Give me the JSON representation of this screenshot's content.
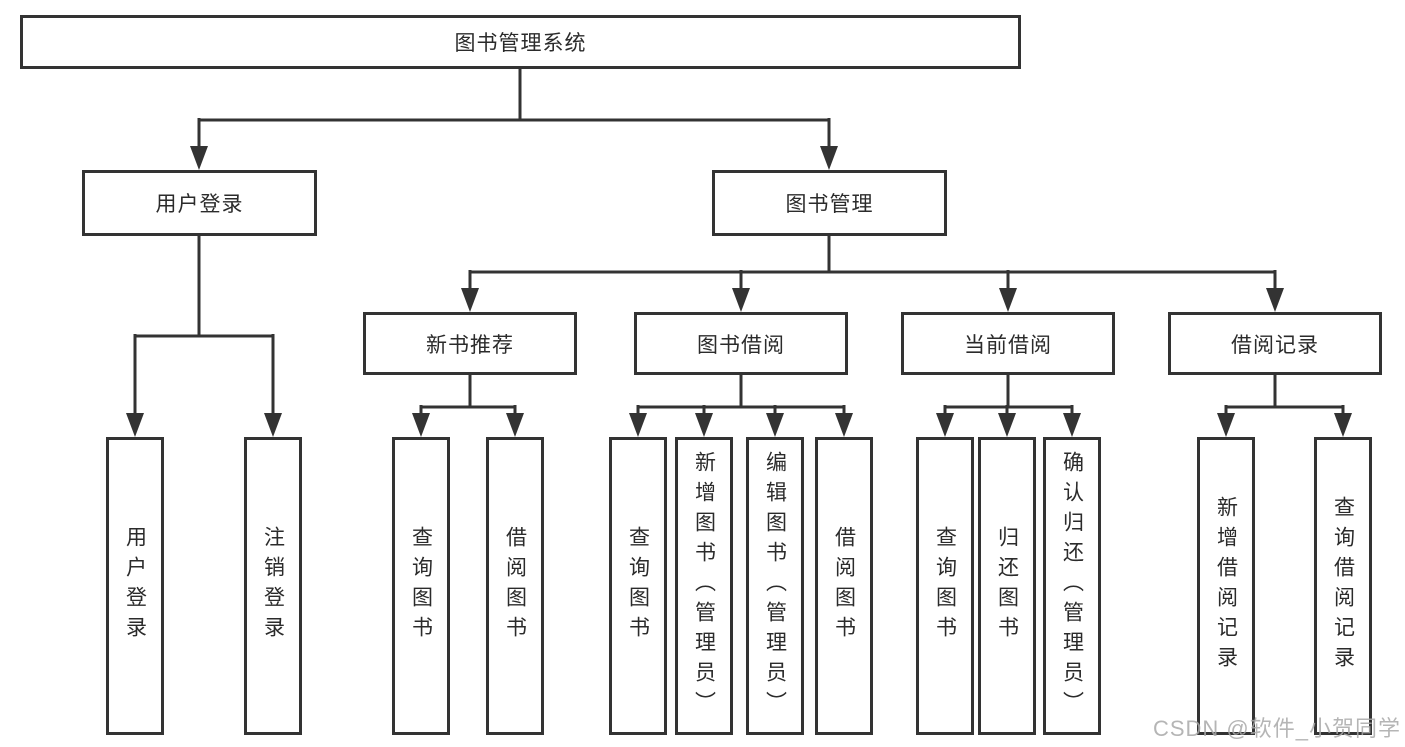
{
  "watermark": "CSDN @软件_小贺同学",
  "nodes": {
    "root": "图书管理系统",
    "level2": {
      "login": "用户登录",
      "mgmt": "图书管理"
    },
    "level3": {
      "newbook": "新书推荐",
      "borrow": "图书借阅",
      "current": "当前借阅",
      "records": "借阅记录"
    },
    "leaves": {
      "login": [
        "用户登录",
        "注销登录"
      ],
      "newbook": [
        "查询图书",
        "借阅图书"
      ],
      "borrow": [
        "查询图书",
        "新增图书（管理员）",
        "编辑图书（管理员）",
        "借阅图书"
      ],
      "current": [
        "查询图书",
        "归还图书",
        "确认归还（管理员）"
      ],
      "records": [
        "新增借阅记录",
        "查询借阅记录"
      ]
    }
  }
}
